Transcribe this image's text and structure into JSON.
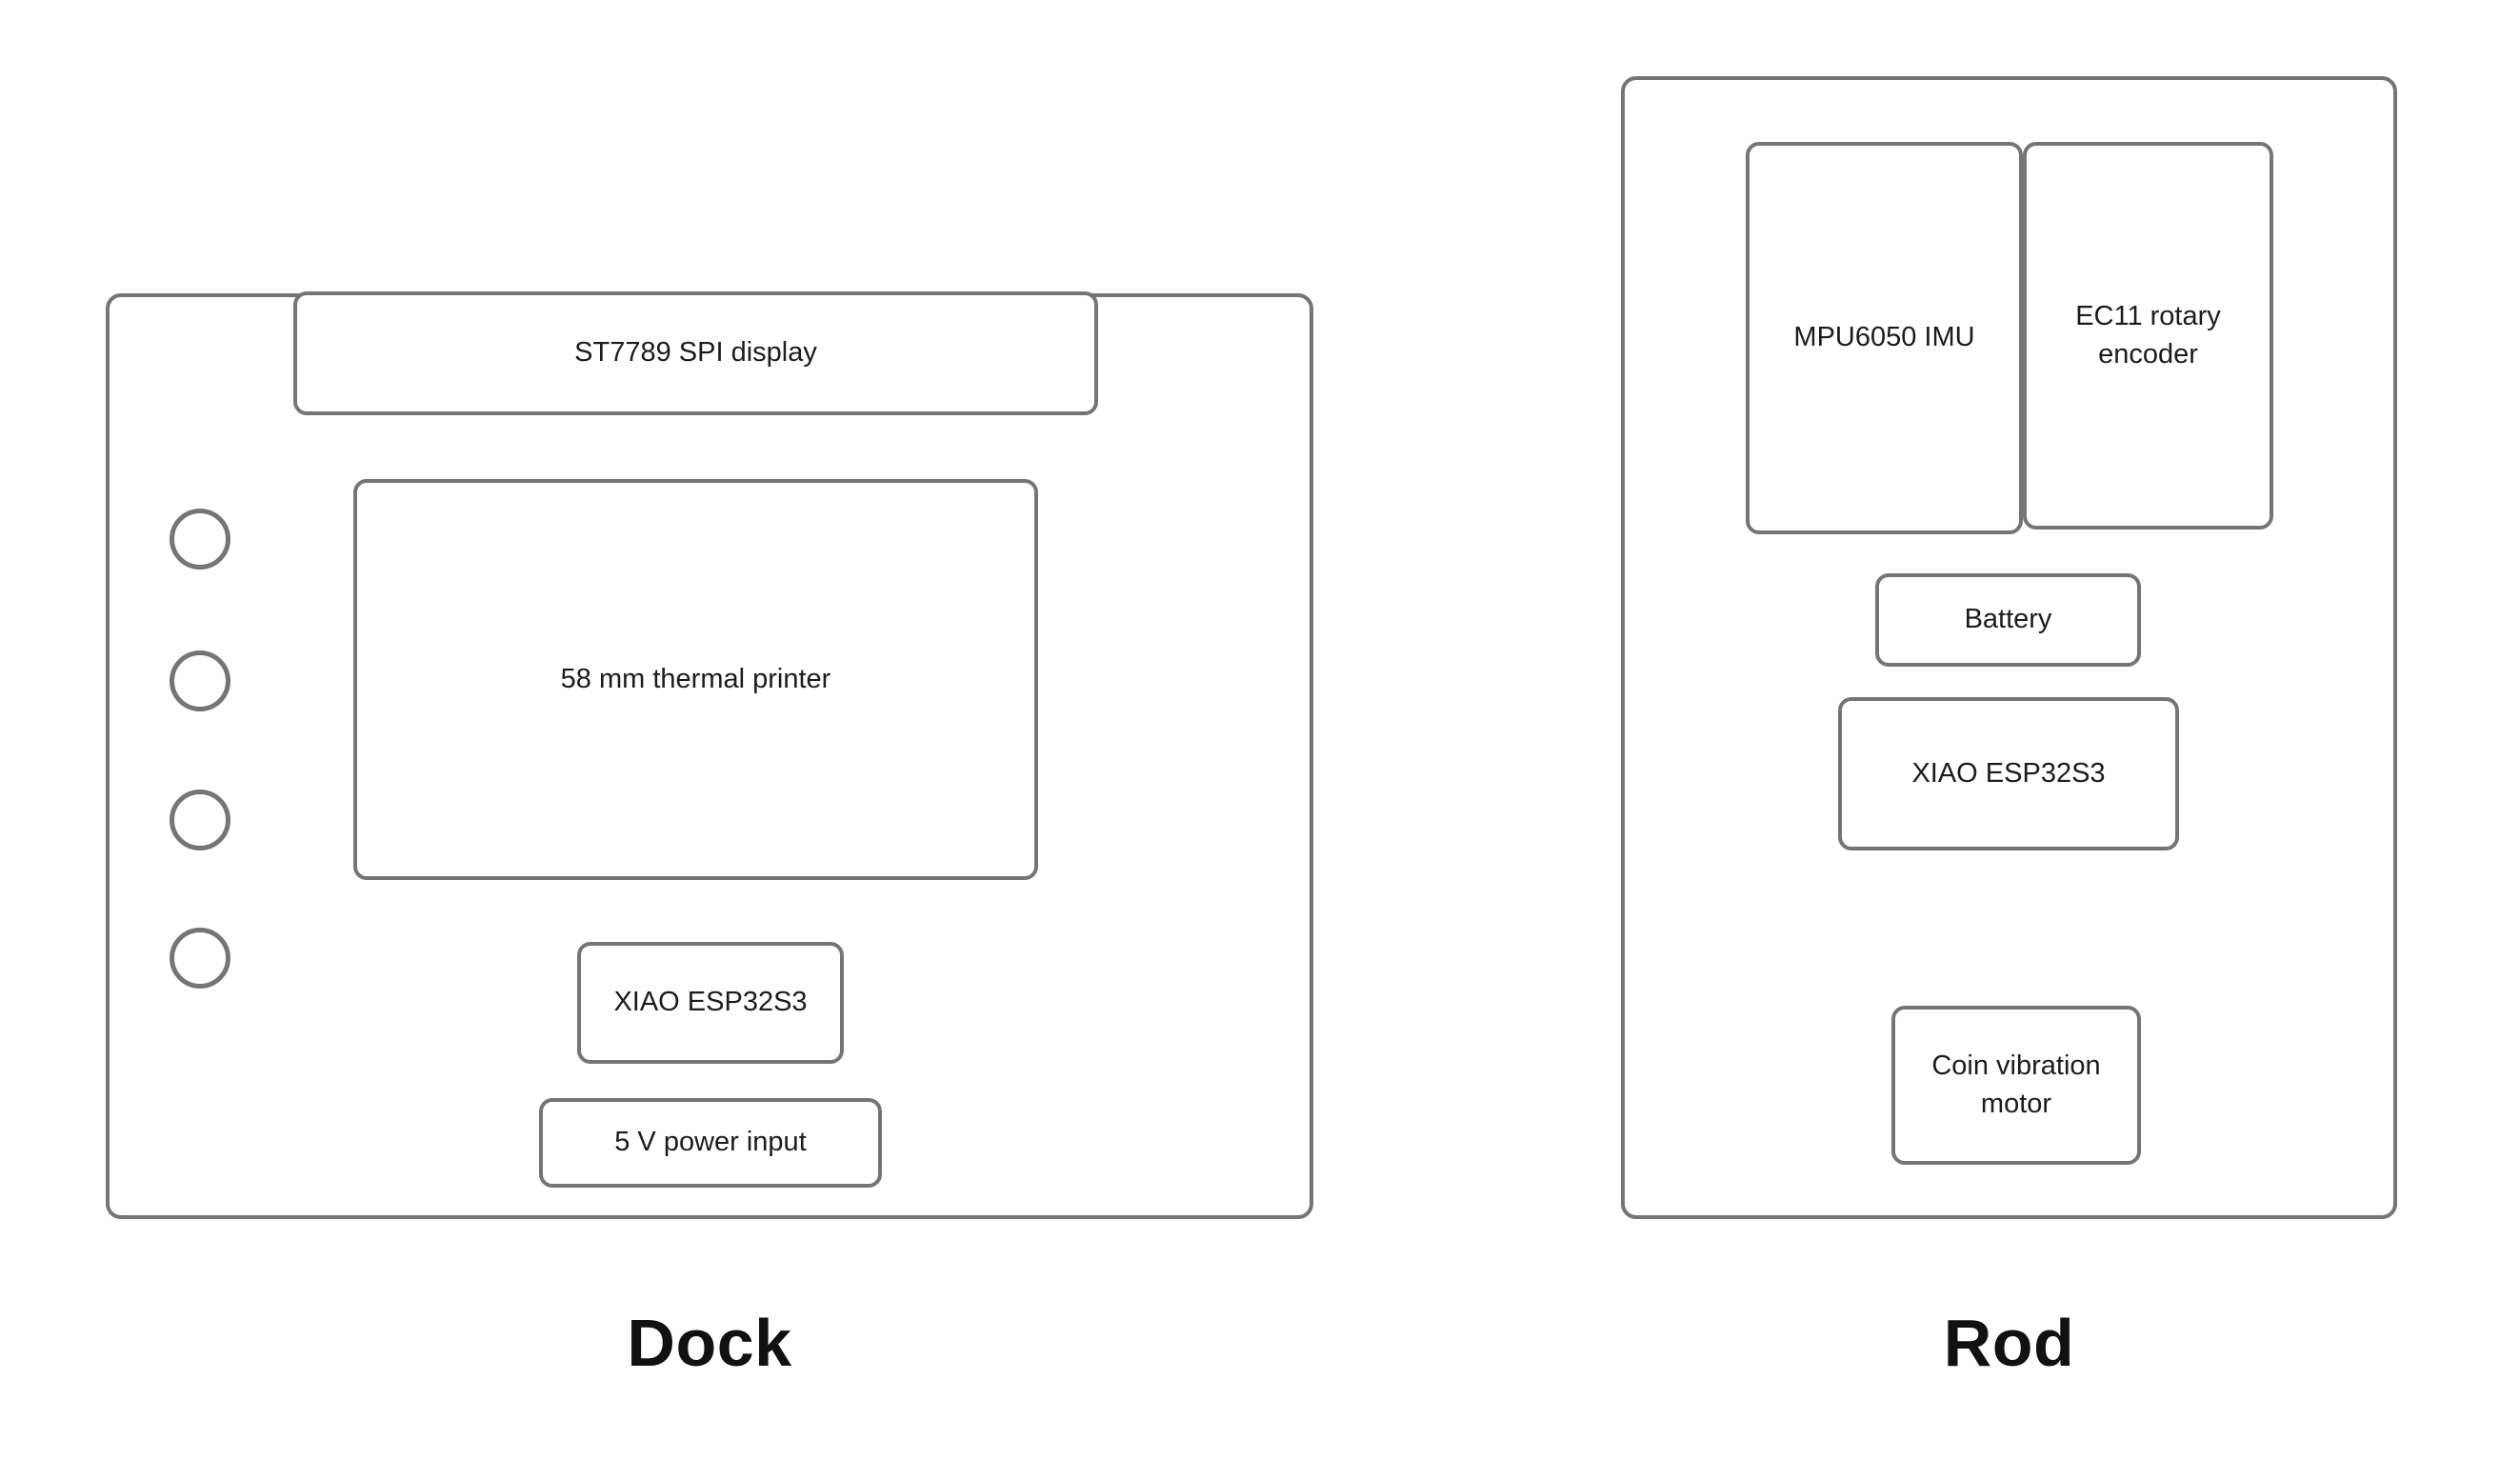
{
  "diagram": {
    "dock": {
      "title": "Dock",
      "display_label": "ST7789 SPI display",
      "printer_label": "58 mm thermal printer",
      "mcu_label": "XIAO ESP32S3",
      "power_label": "5 V power input",
      "button_count": 4
    },
    "rod": {
      "title": "Rod",
      "imu_label": "MPU6050 IMU",
      "encoder_label": "EC11 rotary encoder",
      "battery_label": "Battery",
      "mcu_label": "XIAO ESP32S3",
      "motor_label": "Coin vibration motor"
    },
    "colors": {
      "border": "#757575",
      "text": "#1c1c1e",
      "background": "#ffffff"
    }
  }
}
